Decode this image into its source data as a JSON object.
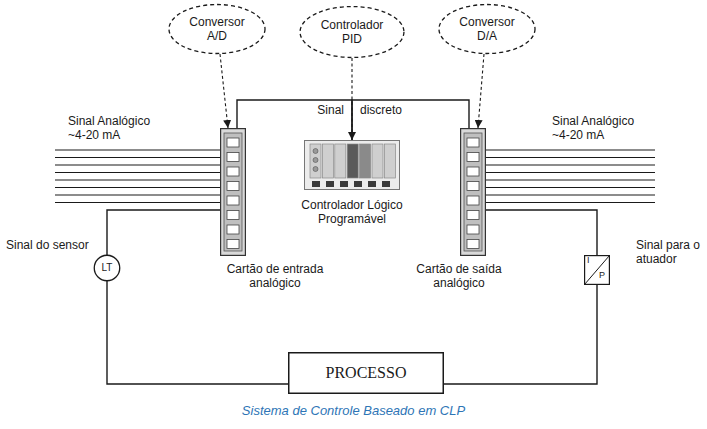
{
  "diagram": {
    "caption": "Sistema de Controle Baseado em CLP",
    "nodes": [
      {
        "text": [
          "Conversor A/D"
        ]
      },
      {
        "text": [
          "Controlador PID"
        ]
      },
      {
        "text": [
          "Conversor D/A"
        ]
      },
      {
        "text": [
          "Cartão de entrada analógico"
        ]
      },
      {
        "text": [
          "Controlador Lógico Programável"
        ]
      },
      {
        "text": [
          "Cartão de saída analógico"
        ]
      },
      {
        "text": [
          "LT"
        ]
      },
      {
        "text": [
          "I",
          "P"
        ]
      },
      {
        "text": [
          "PROCESSO"
        ]
      }
    ],
    "edges": [
      {
        "from": 0,
        "to": 3,
        "arrow": "to"
      },
      {
        "from": 1,
        "to": 4,
        "arrow": "to"
      },
      {
        "from": 2,
        "to": 5,
        "arrow": "to"
      },
      {
        "from": 3,
        "to": 4,
        "label": "Sinal",
        "arrow": "none"
      },
      {
        "from": 4,
        "to": 5,
        "label": "discreto",
        "arrow": "none"
      },
      {
        "from": 8,
        "to": 6,
        "arrow": "none"
      },
      {
        "from": 6,
        "to": 3,
        "arrow": "none"
      },
      {
        "from": 5,
        "to": 7,
        "arrow": "none"
      },
      {
        "from": 7,
        "to": 8,
        "arrow": "none"
      }
    ],
    "labels": [
      "Sinal Analógico ~4-20 mA",
      "Sinal Analógico ~4-20 mA",
      "Sinal do sensor",
      "Sinal para o atuador"
    ]
  }
}
